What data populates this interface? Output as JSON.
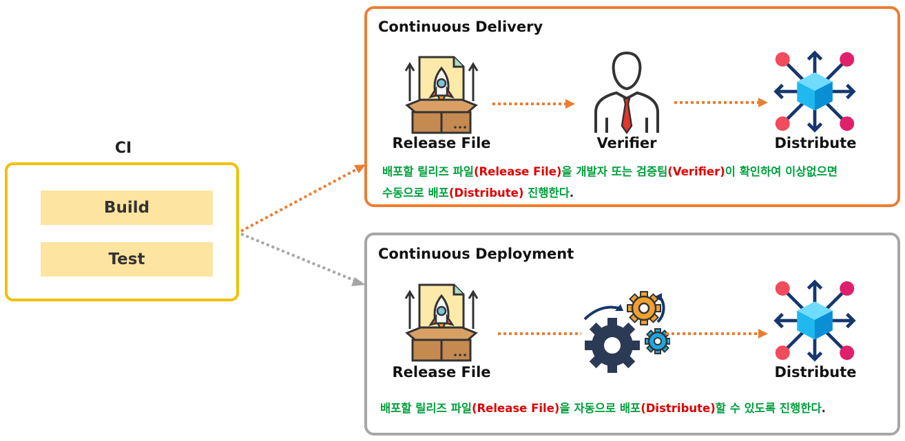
{
  "ci": {
    "title": "CI",
    "steps": [
      "Build",
      "Test"
    ]
  },
  "continuous_delivery": {
    "title": "Continuous Delivery",
    "nodes": [
      "Release File",
      "Verifier",
      "Distribute"
    ],
    "description": {
      "line1": [
        {
          "text": "배포할 릴리즈 파일",
          "color": "green"
        },
        {
          "text": "(Release File)",
          "color": "red"
        },
        {
          "text": "을 개발자 또는 검증팀",
          "color": "green"
        },
        {
          "text": "(Verifier)",
          "color": "red"
        },
        {
          "text": "이 확인하여 이상없으면",
          "color": "green"
        }
      ],
      "line2": [
        {
          "text": "수동으로 배포",
          "color": "green"
        },
        {
          "text": "(Distribute)",
          "color": "red"
        },
        {
          "text": " 진행한다",
          "color": "green"
        },
        {
          "text": ".",
          "color": "black"
        }
      ]
    }
  },
  "continuous_deployment": {
    "title": "Continuous Deployment",
    "nodes": [
      "Release File",
      "Distribute"
    ],
    "description": {
      "line1": [
        {
          "text": "배포할 릴리즈 파일",
          "color": "green"
        },
        {
          "text": "(Release File)",
          "color": "red"
        },
        {
          "text": "을 자동으로 배포",
          "color": "green"
        },
        {
          "text": "(Distribute)",
          "color": "red"
        },
        {
          "text": "할 수 있도록 진행한다",
          "color": "green"
        },
        {
          "text": ".",
          "color": "black"
        }
      ]
    }
  },
  "icons": [
    "release-file-icon",
    "verifier-icon",
    "distribute-icon",
    "gears-icon"
  ],
  "colors": {
    "ci_border": "#f2c000",
    "ci_step_fill": "#fde4a0",
    "delivery_border": "#ec7d31",
    "deployment_border": "#a6a6a6",
    "arrow_orange": "#ec7d31",
    "arrow_gray": "#a6a6a6",
    "text_green": "#00a03c",
    "text_red": "#e00000"
  }
}
